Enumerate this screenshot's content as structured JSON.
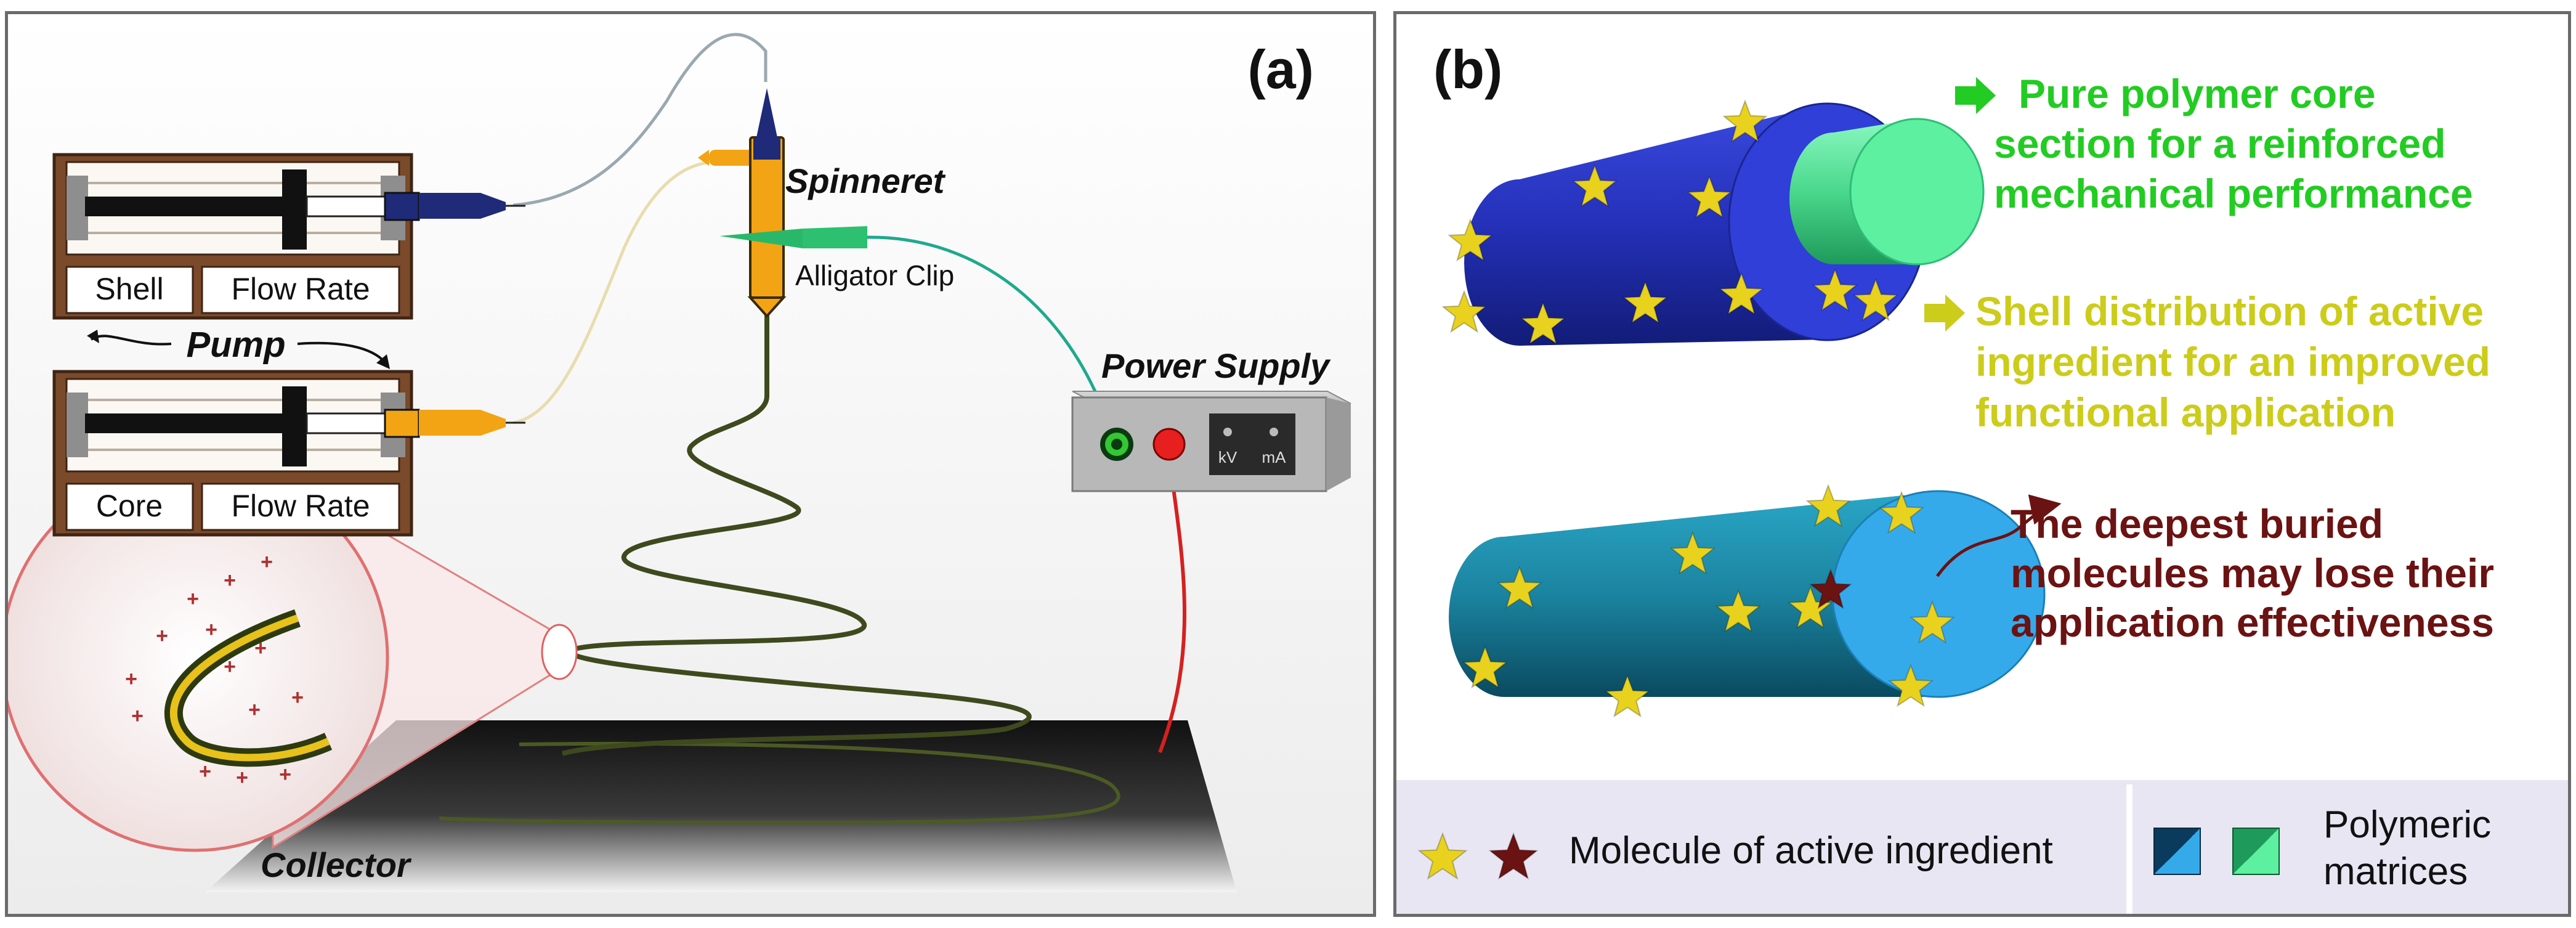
{
  "panel_a": {
    "letter": "(a)",
    "labels": {
      "spinneret": "Spinneret",
      "alligator_clip": "Alligator Clip",
      "power_supply": "Power Supply",
      "pump": "Pump",
      "collector": "Collector",
      "kv": "kV",
      "ma": "mA"
    },
    "pumps": [
      {
        "left": "Shell",
        "right": "Flow Rate",
        "fluid_color": "#1f2a78"
      },
      {
        "left": "Core",
        "right": "Flow Rate",
        "fluid_color": "#f2a414"
      }
    ]
  },
  "panel_b": {
    "letter": "(b)",
    "callouts": [
      {
        "lines": [
          "Pure polymer core",
          "section for a reinforced",
          "mechanical performance"
        ],
        "color": "#22cc22"
      },
      {
        "lines": [
          "Shell distribution of active",
          "ingredient for an improved",
          "functional application"
        ],
        "color": "#cccc1a"
      },
      {
        "lines": [
          "The deepest buried",
          "molecules may lose their",
          "application effectiveness"
        ],
        "color": "#6b1212"
      }
    ],
    "legend": {
      "molecule_text": "Molecule of active ingredient",
      "matrices_lines": [
        "Polymeric",
        "matrices"
      ]
    }
  },
  "colors": {
    "star_yellow": "#e8d21e",
    "star_dark": "#6b1212",
    "shell_blue": "#2d3ad0",
    "core_green": "#5cf0a0",
    "teal": "#1b8aa8",
    "light_blue": "#35aaea"
  }
}
